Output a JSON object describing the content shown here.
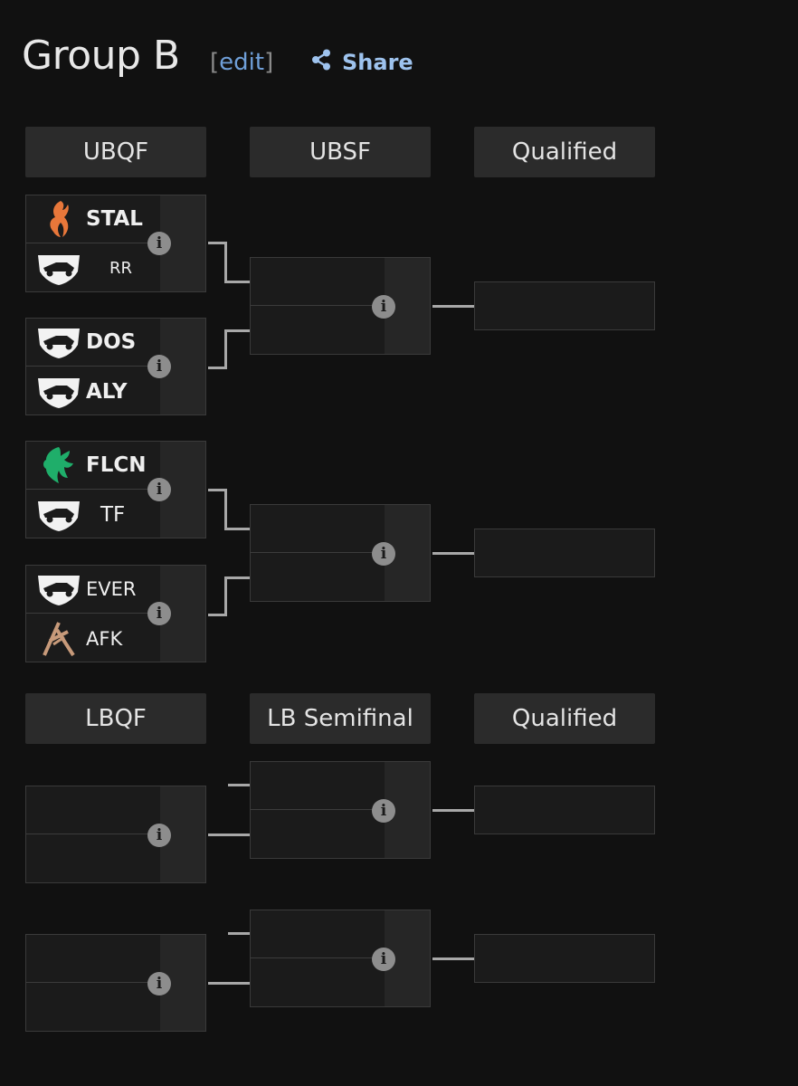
{
  "header": {
    "title": "Group B",
    "bracket_open": "[",
    "edit": "edit",
    "bracket_close": "]",
    "share": "Share"
  },
  "rounds": {
    "ubqf": "UBQF",
    "ubsf": "UBSF",
    "ub_qualified": "Qualified",
    "lbqf": "LBQF",
    "lb_semi": "LB Semifinal",
    "lb_qualified": "Qualified"
  },
  "matches": {
    "m1": {
      "top": "STAL",
      "bottom": "RR"
    },
    "m2": {
      "top": "DOS",
      "bottom": "ALY"
    },
    "m3": {
      "top": "FLCN",
      "bottom": "TF"
    },
    "m4": {
      "top": "EVER",
      "bottom": "AFK"
    }
  },
  "info_glyph": "i",
  "colors": {
    "background": "#111111",
    "header_bg": "#2b2b2b",
    "match_bg": "#1b1b1b",
    "link": "#6f9fd8",
    "share": "#9ec3ee",
    "stal_logo": "#e8773a",
    "flcn_logo": "#1fae6a",
    "afk_logo": "#c79a7a"
  },
  "icons": [
    "share-icon",
    "info-icon",
    "stallion-logo",
    "rocket-league-logo",
    "falcon-logo",
    "afk-logo"
  ]
}
